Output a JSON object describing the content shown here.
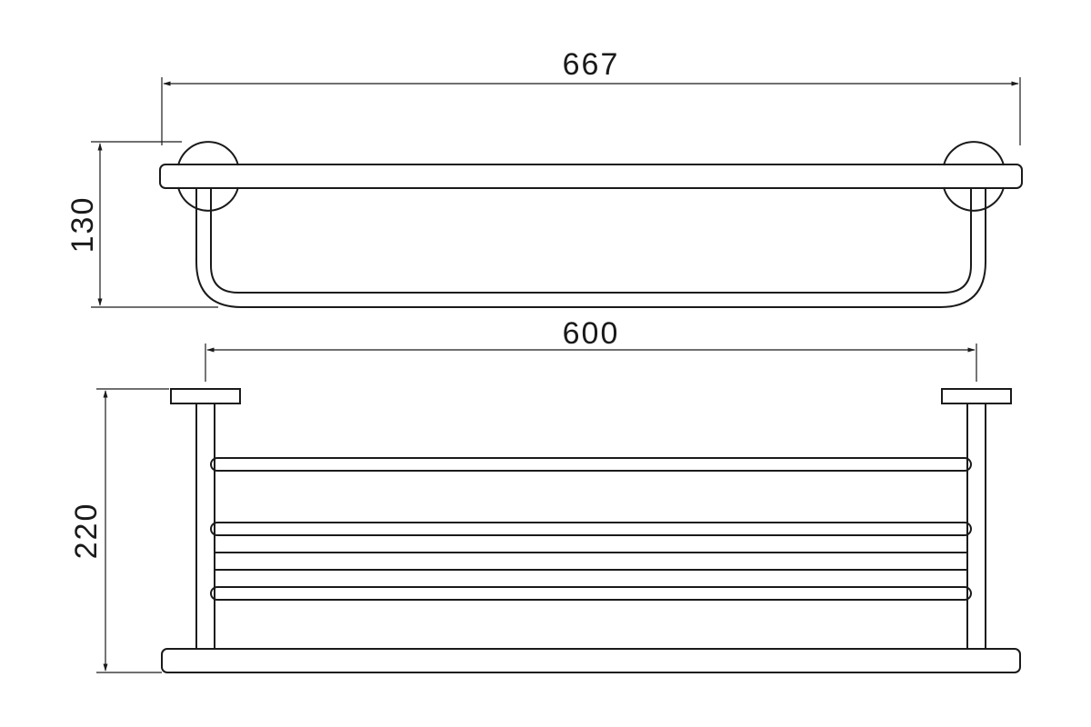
{
  "drawing": {
    "top_view": {
      "width_label": "667",
      "height_label": "130"
    },
    "front_view": {
      "width_label": "600",
      "height_label": "220"
    }
  }
}
